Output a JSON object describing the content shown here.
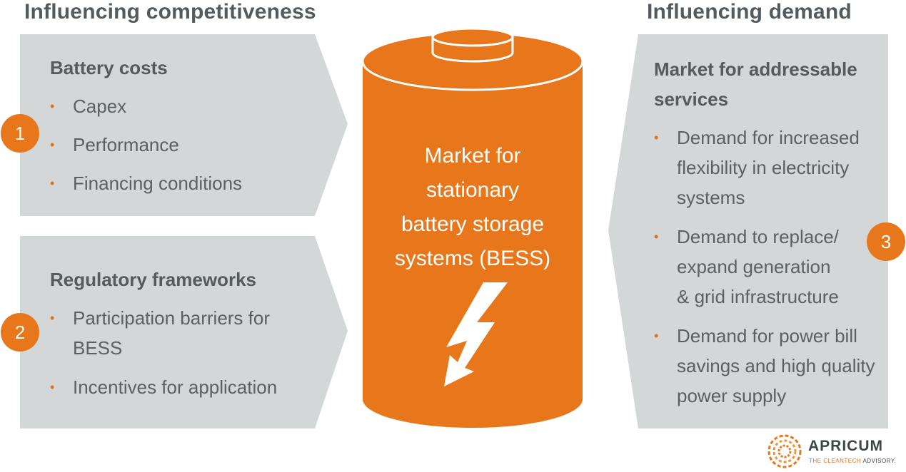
{
  "headings": {
    "left": "Influencing competitiveness",
    "right": "Influencing demand"
  },
  "panels": {
    "battery_costs": {
      "badge": "1",
      "title": "Battery costs",
      "items": [
        "Capex",
        "Performance",
        "Financing conditions"
      ]
    },
    "regulatory": {
      "badge": "2",
      "title": "Regulatory frameworks",
      "items": [
        "Participation barriers for BESS",
        "Incentives for application"
      ]
    },
    "demand": {
      "badge": "3",
      "title": "Market for addressable services",
      "items": [
        "Demand for increased flexibility in electricity systems",
        "Demand to replace/ expand generation & grid infrastructure",
        "Demand for power bill savings and high quality power supply"
      ]
    }
  },
  "battery": {
    "label_lines": [
      "Market for",
      "stationary",
      "battery storage",
      "systems (BESS)"
    ]
  },
  "logo": {
    "name": "APRICUM",
    "tagline_accent": "THE CLEANTECH",
    "tagline_rest": "ADVISORY."
  },
  "colors": {
    "accent_orange": "#e8761a",
    "panel_gray": "#d3d7d8",
    "text_gray": "#545a5e"
  }
}
